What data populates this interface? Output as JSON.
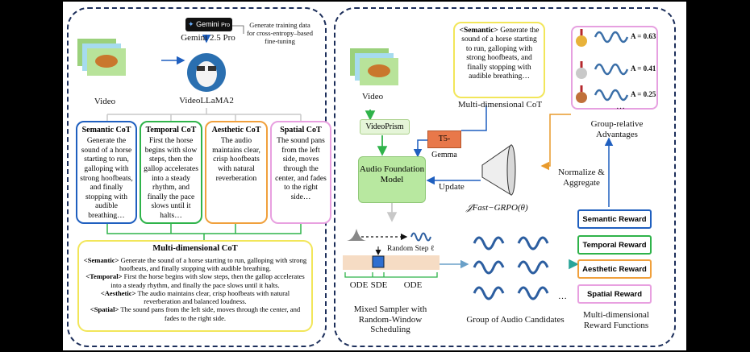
{
  "left_panel": {
    "gemini_badge": {
      "brand": "Gemini",
      "tier": "Pro"
    },
    "gemini_label": "Gemini 2.5 Pro",
    "gemini_note": "Generate training data for cross-entropy–based fine-tuning",
    "video_label": "Video",
    "videollama_label": "VideoLLaMA2",
    "cots": [
      {
        "title": "Semantic CoT",
        "text": "Generate the sound of a horse starting to run, galloping with strong hoofbeats, and finally stopping with audible breathing…",
        "color": "#1f5fbf"
      },
      {
        "title": "Temporal CoT",
        "text": "First the horse begins with slow steps, then the gallop accelerates into a steady rhythm, and finally the pace slows until it halts…",
        "color": "#2fb34a"
      },
      {
        "title": "Aesthetic CoT",
        "text": "The audio maintains clear, crisp hoofbeats with natural reverberation",
        "color": "#f0a03c"
      },
      {
        "title": "Spatial CoT",
        "text": "The sound pans from the left side, moves through the center, and fades to the right side…",
        "color": "#e8a0e0"
      }
    ],
    "multi_cot": {
      "title": "Multi-dimensional CoT",
      "lines": [
        {
          "tag": "<Semantic>",
          "text": " Generate the sound of a horse starting to run, galloping with strong hoofbeats, and finally stopping with audible breathing."
        },
        {
          "tag": "<Temporal>",
          "text": " First the horse begins with slow steps, then the gallop accelerates into a steady rhythm, and finally the pace slows until it halts."
        },
        {
          "tag": "<Aesthetic>",
          "text": " The audio maintains clear, crisp hoofbeats with natural reverberation and balanced loudness."
        },
        {
          "tag": "<Spatial>",
          "text": " The sound pans from the left side, moves through the center, and fades to the right side."
        }
      ]
    }
  },
  "right_panel": {
    "video_label": "Video",
    "cot_box": {
      "tag": "<Semantic>",
      "text": " Generate the sound of a horse starting to run, galloping with strong hoofbeats, and finally stopping with audible breathing…"
    },
    "cot_label": "Multi-dimensional CoT",
    "videoprism_label": "VideoPrism",
    "t5_label": "T5-Gemma",
    "afm_label": "Audio Foundation Model",
    "update_label": "Update",
    "objective_label": "𝒥Fast−GRPO(θ)",
    "normalize_label": "Normalize & Aggregate",
    "advantages_label": "Group-relative Advantages",
    "advantages": [
      {
        "value": "A = 0.63",
        "medal": "#e8b23a"
      },
      {
        "value": "A = 0.41",
        "medal": "#c9c9c9"
      },
      {
        "value": "A = 0.25",
        "medal": "#c0703a"
      }
    ],
    "ellipsis": "…",
    "random_step": "Random Step ℓ",
    "sampler_segments": [
      "ODE",
      "SDE",
      "ODE"
    ],
    "sampler_label": "Mixed Sampler with Random-Window Scheduling",
    "candidates_label": "Group of  Audio Candidates",
    "rewards": [
      {
        "label": "Semantic Reward",
        "color": "#1f5fbf"
      },
      {
        "label": "Temporal Reward",
        "color": "#2fb34a"
      },
      {
        "label": "Aesthetic Reward",
        "color": "#f0a03c"
      },
      {
        "label": "Spatial Reward",
        "color": "#e8a0e0"
      }
    ],
    "rewards_label": "Multi-dimensional Reward Functions"
  }
}
